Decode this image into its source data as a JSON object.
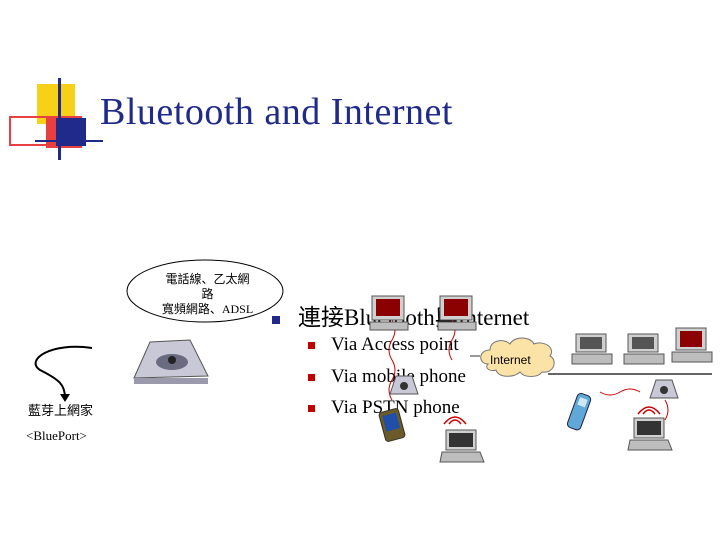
{
  "slide": {
    "title": "Bluetooth and Internet",
    "bubble": {
      "line1": "電話線、乙太網",
      "line2": "路",
      "line3": "寬頻網路、ADSL"
    },
    "main_bullet": "連接Bluetooth與Internet",
    "sub_bullets": [
      "Via Access point",
      "Via mobile phone",
      "Via PSTN phone"
    ],
    "blueport_label": "藍芽上網家",
    "blueport_name": "<BluePort>",
    "internet_label": "Internet"
  },
  "colors": {
    "title": "#1f2a8a",
    "accent_yellow": "#f7d117",
    "accent_red": "#e84040",
    "accent_blue": "#1f2a8a",
    "sub_bullet": "#c00000"
  },
  "icons": [
    "desktop-computer-icon",
    "laptop-icon",
    "phone-icon",
    "pda-icon",
    "access-point-icon",
    "internet-cloud-icon",
    "network-server-icon",
    "bluetooth-signal-icon"
  ]
}
